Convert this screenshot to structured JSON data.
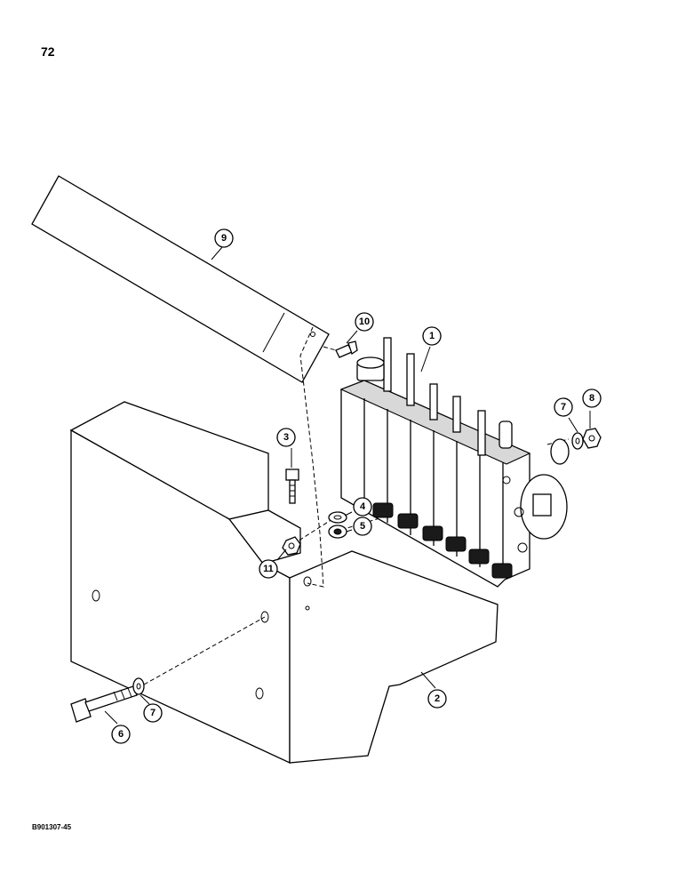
{
  "page": {
    "number": "72",
    "reference_code": "B901307-45"
  },
  "callouts": [
    {
      "id": "1",
      "label": "1"
    },
    {
      "id": "2",
      "label": "2"
    },
    {
      "id": "3",
      "label": "3"
    },
    {
      "id": "4",
      "label": "4"
    },
    {
      "id": "5",
      "label": "5"
    },
    {
      "id": "6",
      "label": "6"
    },
    {
      "id": "7a",
      "label": "7"
    },
    {
      "id": "7b",
      "label": "7"
    },
    {
      "id": "8",
      "label": "8"
    },
    {
      "id": "9",
      "label": "9"
    },
    {
      "id": "10",
      "label": "10"
    },
    {
      "id": "11",
      "label": "11"
    }
  ],
  "colors": {
    "ink": "#000000",
    "paper": "#ffffff"
  }
}
